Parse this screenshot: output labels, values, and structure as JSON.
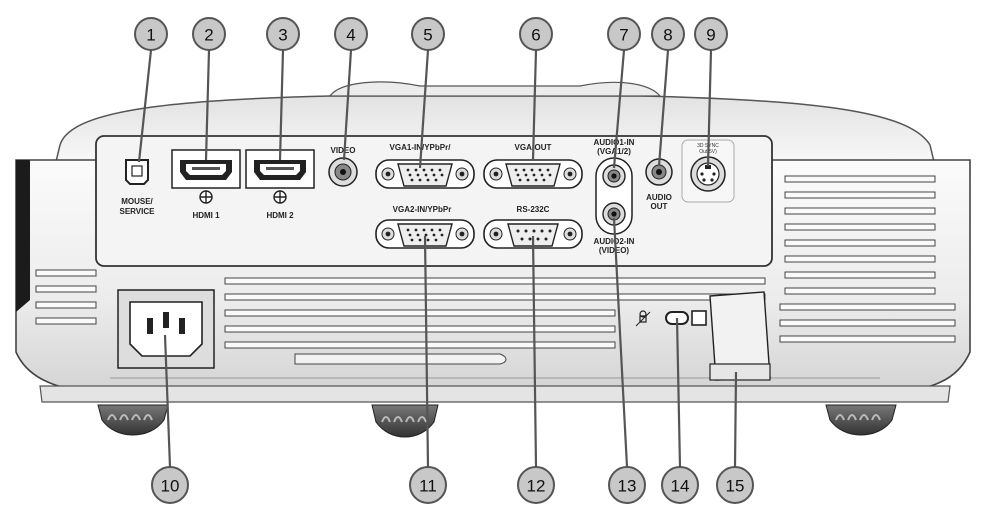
{
  "port_labels": {
    "mouse_service_line1": "MOUSE/",
    "mouse_service_line2": "SERVICE",
    "hdmi1": "HDMI 1",
    "hdmi2": "HDMI 2",
    "video": "VIDEO",
    "vga1_in": "VGA1-IN/YPbPr/",
    "vga_out": "VGA-OUT",
    "vga2_in": "VGA2-IN/YPbPr",
    "rs232c": "RS-232C",
    "audio1_line1": "AUDIO1-IN",
    "audio1_line2": "(VGA1/2)",
    "audio2_line1": "AUDIO2-IN",
    "audio2_line2": "(VIDEO)",
    "audio_out_line1": "AUDIO",
    "audio_out_line2": "OUT",
    "sync_line1": "3D SYNC",
    "sync_line2": "Out(5V)"
  },
  "callouts": [
    "1",
    "2",
    "3",
    "4",
    "5",
    "6",
    "7",
    "8",
    "9",
    "10",
    "11",
    "12",
    "13",
    "14",
    "15"
  ],
  "colors": {
    "callout_fill": "#c8c8c8",
    "callout_stroke": "#555555",
    "body_light": "#f0f0f0",
    "body_dark": "#1a1a1a"
  }
}
